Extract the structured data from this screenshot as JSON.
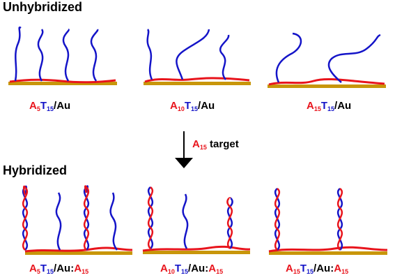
{
  "title_unhybridized": "Unhybridized",
  "title_hybridized": "Hybridized",
  "arrow_label": {
    "a": "A",
    "a_sub": "15",
    "rest": " target"
  },
  "top_labels": [
    {
      "a": "A",
      "a_sub": "5",
      "t": "T",
      "t_sub": "15",
      "surface": "/Au"
    },
    {
      "a": "A",
      "a_sub": "10",
      "t": "T",
      "t_sub": "15",
      "surface": "/Au"
    },
    {
      "a": "A",
      "a_sub": "15",
      "t": "T",
      "t_sub": "15",
      "surface": "/Au"
    }
  ],
  "bottom_labels": [
    {
      "a": "A",
      "a_sub": "5",
      "t": "T",
      "t_sub": "15",
      "surface": "/Au:",
      "target": "A",
      "target_sub": "15"
    },
    {
      "a": "A",
      "a_sub": "10",
      "t": "T",
      "t_sub": "15",
      "surface": "/Au:",
      "target": "A",
      "target_sub": "15"
    },
    {
      "a": "A",
      "a_sub": "15",
      "t": "T",
      "t_sub": "15",
      "surface": "/Au:",
      "target": "A",
      "target_sub": "15"
    }
  ],
  "colors": {
    "dna_blue": "#1414c8",
    "dna_red": "#e8141c",
    "gold": "#c8960a",
    "text": "#000000"
  }
}
